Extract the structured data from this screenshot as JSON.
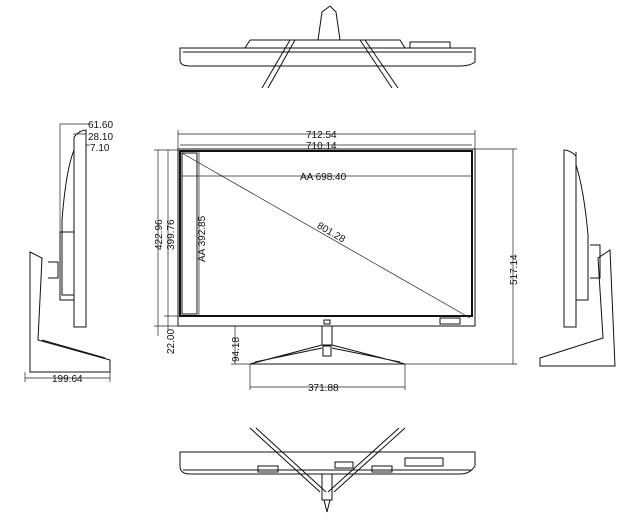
{
  "dimensions": {
    "overall_width": "712.54",
    "bezel_width": "710.14",
    "active_area_width": "AA  698.40",
    "diagonal": "801.28",
    "active_area_height": "AA  392.85",
    "panel_height_outer": "422.96",
    "panel_height_inner": "399.76",
    "bottom_bezel": "22.00",
    "total_height": "517.14",
    "stand_clearance": "94.18",
    "base_width": "371.88",
    "depth_top": "61.60",
    "depth_panel": "28.10",
    "depth_edge": "7.10",
    "base_depth": "199.64"
  }
}
